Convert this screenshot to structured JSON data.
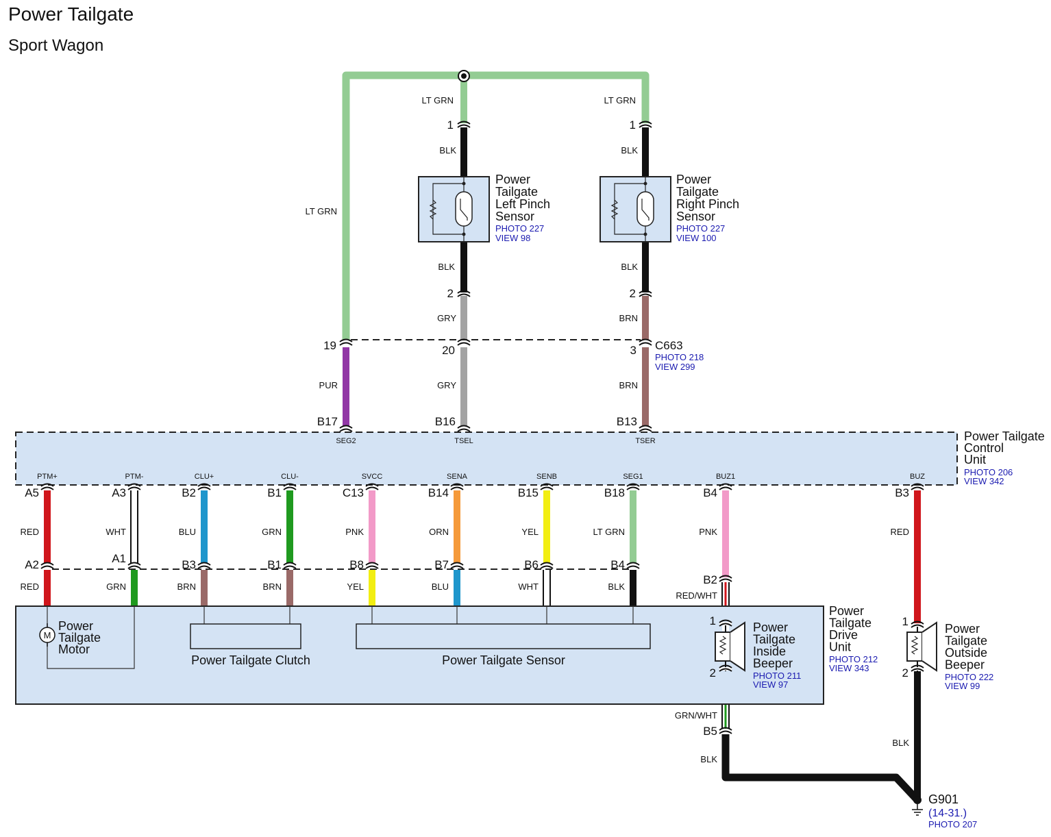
{
  "title": "Power Tailgate",
  "subtitle": "Sport Wagon",
  "colors": {
    "box_fill": "#d4e3f4",
    "LT GRN": "#93cc93",
    "BLK": "#111111",
    "GRY": "#a3a3a3",
    "BRN": "#9a6a68",
    "PUR": "#9237a6",
    "RED": "#d0161c",
    "WHT": "#ffffff",
    "GRN": "#1f9a1f",
    "BLU": "#1f96cc",
    "PNK": "#f29ac8",
    "ORN": "#f59a3b",
    "YEL": "#f2ee12",
    "ref_text": "#1a1ab0"
  },
  "upper_wires": {
    "loop_label": "LT GRN",
    "left_top_color": "LT GRN",
    "left_top_pin": "1",
    "left_sensor_in_color": "BLK",
    "left_sensor_out_color": "BLK",
    "left_pin2": "2",
    "left_lower_color": "GRY",
    "left_c663_pin": "20",
    "left_bottom_color": "GRY",
    "left_bottom_terminal": "B16",
    "right_top_color": "LT GRN",
    "right_top_pin": "1",
    "right_sensor_in_color": "BLK",
    "right_sensor_out_color": "BLK",
    "right_pin2": "2",
    "right_lower_color": "BRN",
    "right_c663_pin": "3",
    "right_bottom_color": "BRN",
    "right_bottom_terminal": "B13",
    "loop_c663_pin": "19",
    "loop_bottom_color": "PUR",
    "loop_bottom_terminal": "B17"
  },
  "connector_c663": {
    "name": "C663",
    "photo": "PHOTO 218",
    "view": "VIEW 299"
  },
  "left_pinch_sensor": {
    "name_lines": [
      "Power",
      "Tailgate",
      "Left Pinch",
      "Sensor"
    ],
    "photo": "PHOTO 227",
    "view": "VIEW 98"
  },
  "right_pinch_sensor": {
    "name_lines": [
      "Power",
      "Tailgate",
      "Right Pinch",
      "Sensor"
    ],
    "photo": "PHOTO 227",
    "view": "VIEW 100"
  },
  "control_unit": {
    "name_lines": [
      "Power Tailgate",
      "Control",
      "Unit"
    ],
    "photo": "PHOTO 206",
    "view": "VIEW 342",
    "top_pins": [
      "SEG2",
      "TSEL",
      "TSER"
    ],
    "bottom_pins": [
      "PTM+",
      "PTM-",
      "CLU+",
      "CLU-",
      "SVCC",
      "SENA",
      "SENB",
      "SEG1",
      "BUZ1",
      "BUZ"
    ]
  },
  "lower_wires": [
    {
      "pin": "PTM+",
      "top_terminal": "A5",
      "upper_color": "RED",
      "mid_terminal": "A2",
      "lower_color": "RED"
    },
    {
      "pin": "PTM-",
      "top_terminal": "A3",
      "upper_color": "WHT",
      "mid_terminal": "A1",
      "lower_color": "GRN"
    },
    {
      "pin": "CLU+",
      "top_terminal": "B2",
      "upper_color": "BLU",
      "mid_terminal": "B3",
      "lower_color": "BRN"
    },
    {
      "pin": "CLU-",
      "top_terminal": "B1",
      "upper_color": "GRN",
      "mid_terminal": "B1",
      "lower_color": "BRN"
    },
    {
      "pin": "SVCC",
      "top_terminal": "C13",
      "upper_color": "PNK",
      "mid_terminal": "B8",
      "lower_color": "YEL"
    },
    {
      "pin": "SENA",
      "top_terminal": "B14",
      "upper_color": "ORN",
      "mid_terminal": "B7",
      "lower_color": "BLU"
    },
    {
      "pin": "SENB",
      "top_terminal": "B15",
      "upper_color": "YEL",
      "mid_terminal": "B6",
      "lower_color": "WHT"
    },
    {
      "pin": "SEG1",
      "top_terminal": "B18",
      "upper_color": "LT GRN",
      "mid_terminal": "B4",
      "lower_color": "BLK"
    }
  ],
  "buz1_wire": {
    "top_terminal": "B4",
    "upper_color": "PNK",
    "mid_terminal": "B2",
    "mid_color": "RED/WHT",
    "beeper_pin1": "1",
    "beeper_pin2": "2",
    "out_color": "GRN/WHT",
    "out_terminal": "B5",
    "ground_color": "BLK"
  },
  "buz_wire": {
    "top_terminal": "B3",
    "upper_color": "RED",
    "beeper_pin1": "1",
    "beeper_pin2": "2",
    "ground_color": "BLK"
  },
  "drive_unit": {
    "name_lines": [
      "Power",
      "Tailgate",
      "Drive",
      "Unit"
    ],
    "photo": "PHOTO 212",
    "view": "VIEW 343",
    "motor_symbol": "M",
    "motor_lines": [
      "Power",
      "Tailgate",
      "Motor"
    ],
    "clutch": "Power Tailgate Clutch",
    "sensor": "Power Tailgate Sensor"
  },
  "inside_beeper": {
    "name_lines": [
      "Power",
      "Tailgate",
      "Inside",
      "Beeper"
    ],
    "photo": "PHOTO 211",
    "view": "VIEW 97"
  },
  "outside_beeper": {
    "name_lines": [
      "Power",
      "Tailgate",
      "Outside",
      "Beeper"
    ],
    "photo": "PHOTO 222",
    "view": "VIEW 99"
  },
  "ground": {
    "name": "G901",
    "ref": "(14-31.)",
    "photo": "PHOTO 207"
  }
}
